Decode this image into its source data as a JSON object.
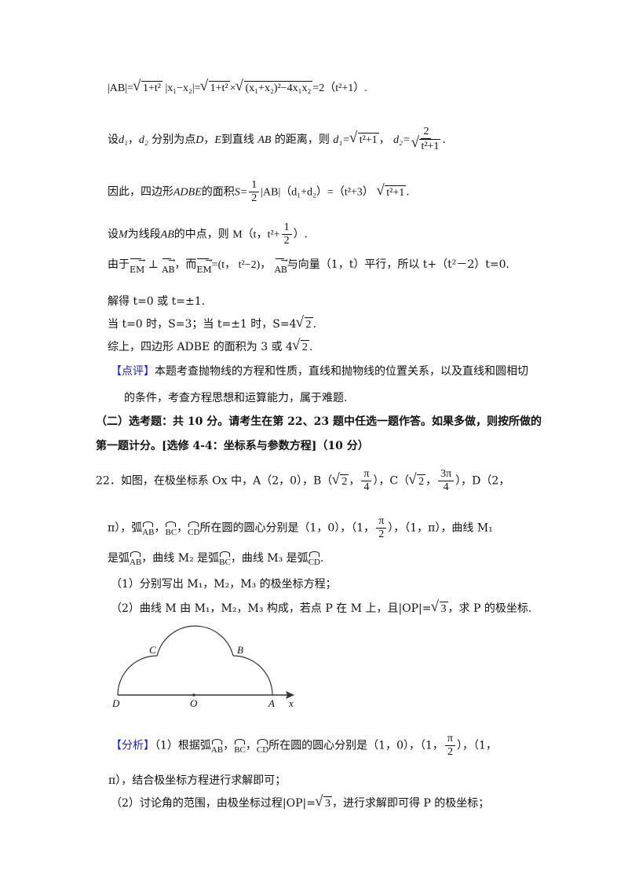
{
  "solution_part1": {
    "ab_length": {
      "lhs": "|AB|=",
      "term1_sqrt": "1+t²",
      "term1_abs": "|x₁−x₂|=",
      "term2_sqrt": "1+t²",
      "times": "×",
      "term3_sqrt": "(x₁+x₂)²−4x₁x₂",
      "result": "=2（t²+1）."
    },
    "distances": {
      "text_pre": "设",
      "d1": "d₁",
      "sep": "，",
      "d2": "d₂",
      "text_mid": "分别为点",
      "D": "D",
      "E": "E",
      "text_to": "到直线",
      "AB": "AB",
      "text_dist": "的距离，则",
      "d1_eq": "d₁=",
      "d1_sqrt": "t²+1",
      "d2_eq": "d₂=",
      "d2_num": "2",
      "d2_den_sqrt": "t²+1",
      "end": "."
    },
    "area": {
      "text_pre": "因此，四边形",
      "shape": "ADBE",
      "text_mid": "的面积",
      "S_eq": "S=",
      "frac_num": "1",
      "frac_den": "2",
      "rest": "|AB|（d₁+d₂）=（t²+3）",
      "sqrt": "t²+1",
      "end": "."
    },
    "midpoint": {
      "text_pre": "设",
      "M": "M",
      "text_mid": "为线段",
      "AB": "AB",
      "text_post": "的中点，则",
      "M_coord_pre": "M（t，t²+",
      "frac_num": "1",
      "frac_den": "2",
      "end": "）."
    },
    "perpendicular": {
      "text_pre": "由于",
      "vec1": "EM",
      "perp": "⊥",
      "vec2": "AB",
      "text_and": "，而",
      "vec3": "EM",
      "vec3_val": "=(t，  t²−2)，",
      "vec4": "AB",
      "text_post": "与向量（1，t）平行，所以 t+（t²－2）t=0."
    },
    "solve": "解得 t=0 或 t=±1.",
    "cases": {
      "text1": "当 t=0 时，S=3；当 t=±1 时，S=4",
      "sqrt": "2",
      "end": "."
    },
    "conclusion": {
      "text1": "综上，四边形 ADBE 的面积为 3 或 4",
      "sqrt": "2",
      "end": "."
    },
    "review": {
      "tag": "【点评】",
      "line1": "本题考查抛物线的方程和性质，直线和抛物线的位置关系，以及直线和圆相切",
      "line2": "的条件，考查方程思想和运算能力，属于难题."
    }
  },
  "section_header": {
    "line1": "（二）选考题：共 10 分。请考生在第 22、23 题中任选一题作答。如果多做，则按所做的",
    "line2": "第一题计分。[选修 4-4：坐标系与参数方程]（10 分）"
  },
  "problem22": {
    "line1": {
      "text": "22．如图，在极坐标系 Ox 中，A（2，0），B（",
      "B_sqrt": "2",
      "B_sep": "，",
      "B_num": "π",
      "B_den": "4",
      "C_pre": "），C（",
      "C_sqrt": "2",
      "C_sep": "，",
      "C_num": "3π",
      "C_den": "4",
      "D_pre": "），D（2，"
    },
    "line2": {
      "text_pre": "π），弧",
      "arc1": "AB",
      "sep1": "，",
      "arc2": "BC",
      "sep2": "，",
      "arc3": "CD",
      "text_mid": "所在圆的圆心分别是（1，0），（1，",
      "frac_num": "π",
      "frac_den": "2",
      "text_post": "），（1，π），曲线 M₁"
    },
    "line3": {
      "t1": "是弧",
      "arc1": "AB",
      "t2": "，曲线 M₂ 是弧",
      "arc2": "BC",
      "t3": "，曲线 M₃ 是弧",
      "arc3": "CD",
      "end": "."
    },
    "q1": "（1）分别写出 M₁，M₂，M₃ 的极坐标方程；",
    "q2": {
      "text_pre": "（2）曲线 M 由 M₁，M₂，M₃ 构成，若点 P 在 M 上，且|OP|=",
      "sqrt": "3",
      "text_post": "，求 P 的极坐标."
    }
  },
  "diagram": {
    "labels": {
      "C": "C",
      "B": "B",
      "D": "D",
      "O": "O",
      "A": "A",
      "x": "x"
    },
    "stroke_color": "#333333"
  },
  "analysis": {
    "tag": "【分析】",
    "line1": {
      "text_pre": "（1）根据弧",
      "arc1": "AB",
      "sep1": "，",
      "arc2": "BC",
      "sep2": "，",
      "arc3": "CD",
      "text_mid": "所在圆的圆心分别是（1，0），（1，",
      "frac_num": "π",
      "frac_den": "2",
      "text_post": "），（1，"
    },
    "line2": "π），结合极坐标方程进行求解即可；",
    "line3": {
      "text_pre": "（2）讨论角的范围，由极坐标过程|OP|=",
      "sqrt": "3",
      "text_post": "，进行求解即可得 P 的极坐标；"
    }
  },
  "colors": {
    "text": "#111111",
    "tag_blue": "#2020d0",
    "background": "#ffffff"
  }
}
